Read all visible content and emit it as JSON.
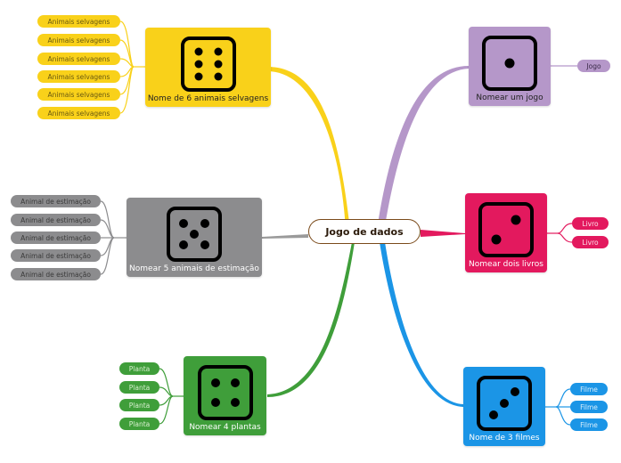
{
  "center": {
    "label": "Jogo de dados"
  },
  "topics": {
    "wild": {
      "label": "Nome de 6 animais selvagens",
      "color": "#f9d11a",
      "pip_icon": "dice-six-icon",
      "children": [
        "Animais selvagens",
        "Animais selvagens",
        "Animais selvagens",
        "Animais selvagens",
        "Animais selvagens",
        "Animais selvagens"
      ]
    },
    "pets": {
      "label": "Nomear 5 animais de estimação",
      "color": "#8c8c8e",
      "pip_icon": "dice-five-icon",
      "children": [
        "Animal de estimação",
        "Animal de estimação",
        "Animal de estimação",
        "Animal de estimação",
        "Animal de estimação"
      ]
    },
    "plants": {
      "label": "Nomear 4 plantas",
      "color": "#3f9e3a",
      "pip_icon": "dice-four-icon",
      "children": [
        "Planta",
        "Planta",
        "Planta",
        "Planta"
      ]
    },
    "game": {
      "label": "Nomear um jogo",
      "color": "#b597c9",
      "pip_icon": "dice-one-icon",
      "children": [
        "Jogo"
      ]
    },
    "books": {
      "label": "Nomear dois livros",
      "color": "#e3195e",
      "pip_icon": "dice-two-icon",
      "children": [
        "Livro",
        "Livro"
      ]
    },
    "films": {
      "label": "Nome de 3 filmes",
      "color": "#1b95e6",
      "pip_icon": "dice-three-icon",
      "children": [
        "Filme",
        "Filme",
        "Filme"
      ]
    }
  }
}
